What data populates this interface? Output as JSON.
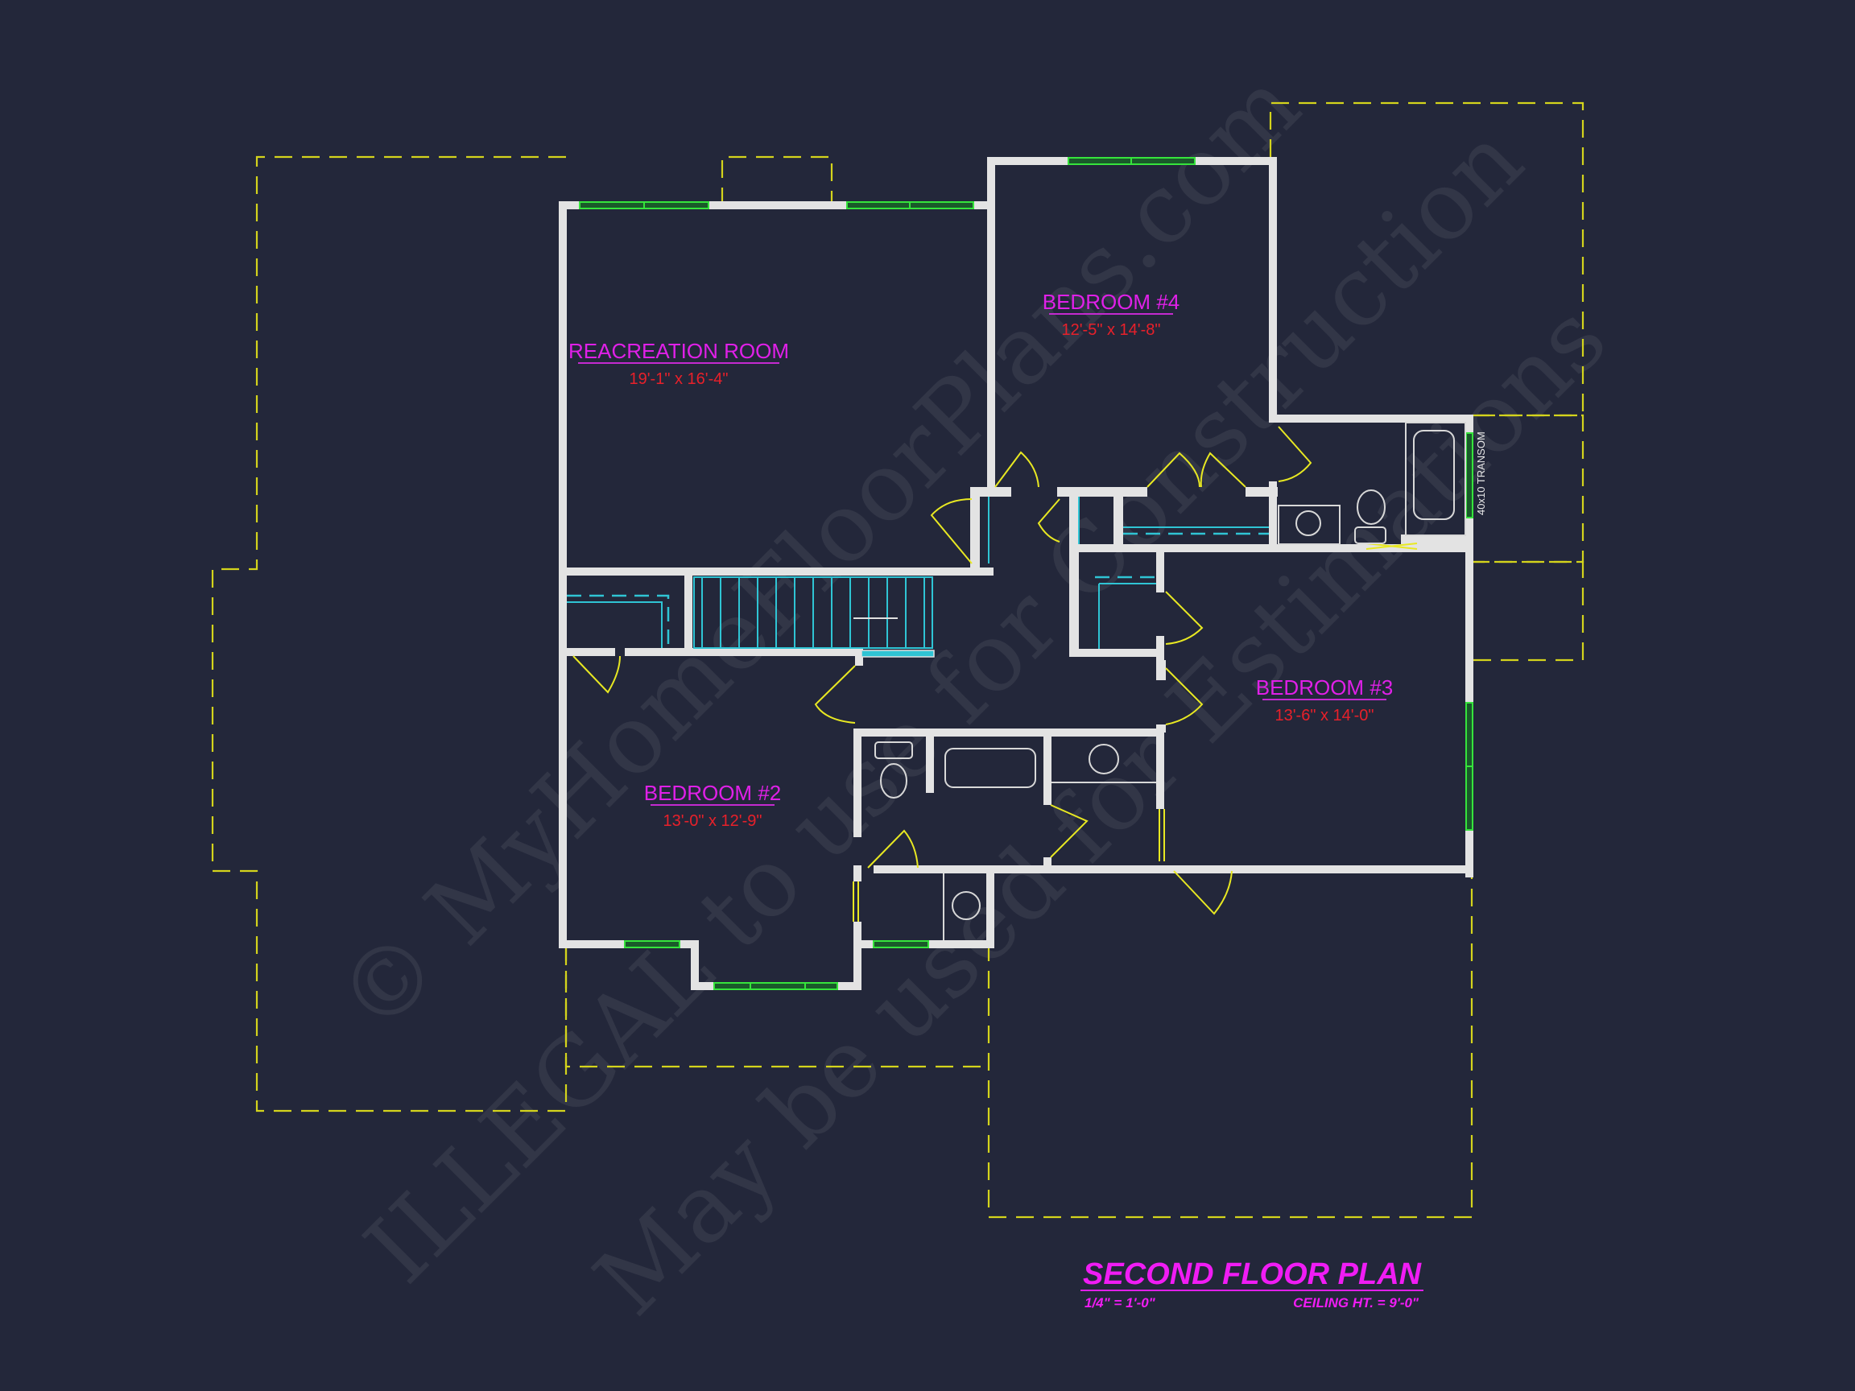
{
  "plan": {
    "title": "SECOND FLOOR PLAN",
    "scale": "1/4\" = 1'-0\"",
    "ceiling_height": "CEILING HT. = 9'-0\""
  },
  "rooms": [
    {
      "name": "REACREATION ROOM",
      "dimensions": "19'-1\" x 16'-4\""
    },
    {
      "name": "BEDROOM #4",
      "dimensions": "12'-5\" x 14'-8\""
    },
    {
      "name": "BEDROOM #3",
      "dimensions": "13'-6\" x 14'-0\""
    },
    {
      "name": "BEDROOM #2",
      "dimensions": "13'-0\" x 12'-9\""
    }
  ],
  "annotations": {
    "transom": "40x10 TRANSOM"
  },
  "watermark": {
    "line1": "© MyHomeFloorPlans.com",
    "line2": "ILLEGAL to use for Construction",
    "line3": "May be used for Estimations"
  },
  "colors": {
    "background": "#23273a",
    "walls": "#e3e3e3",
    "room_label": "#e020e8",
    "room_dimension": "#e8202a",
    "window": "#36e43c",
    "door": "#e8e822",
    "roof_outline": "#d4d41c",
    "stairs": "#2fc4d4"
  }
}
